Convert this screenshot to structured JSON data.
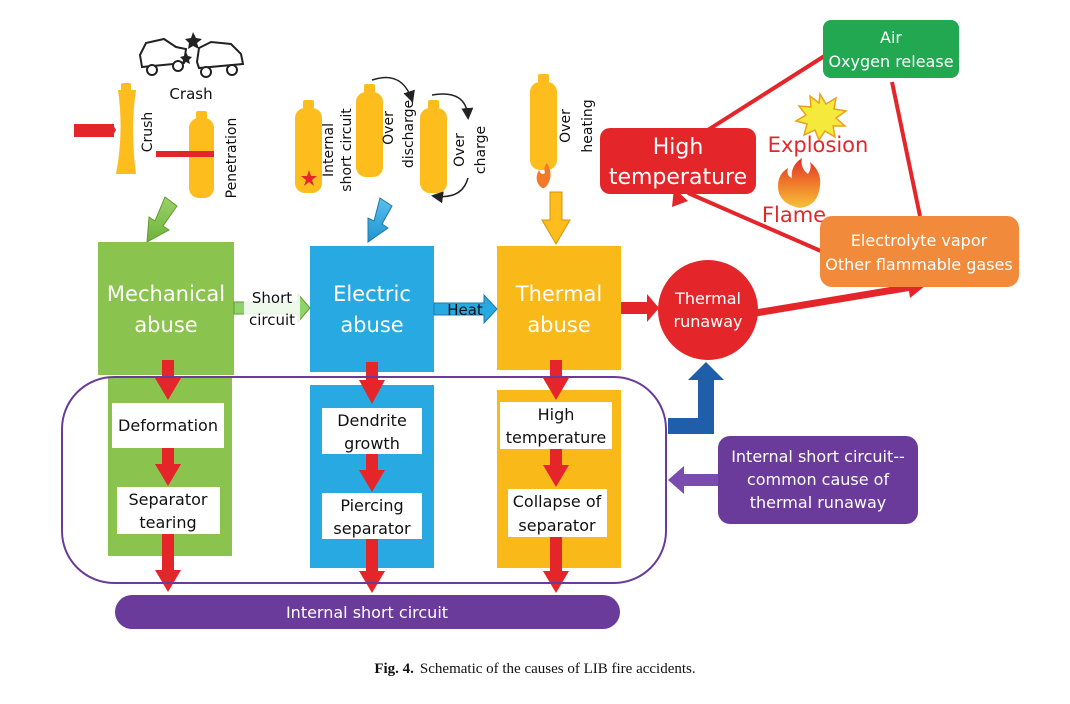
{
  "colors": {
    "green": "#8ac44f",
    "blue": "#29a9e1",
    "orange": "#f9b918",
    "red": "#e4262b",
    "purple": "#6a3b9a",
    "dark_blue": "#1f5ea8",
    "light_orange": "#f28a3c",
    "air_green": "#21a851",
    "battery": "#fdbd1c"
  },
  "top_icons": {
    "crash": "Crash",
    "crush": "Crush",
    "penetration": "Penetration",
    "internal_short_circuit": [
      "Internal",
      "short circuit"
    ],
    "over_discharge": [
      "Over",
      "discharge"
    ],
    "over_charge": [
      "Over",
      "charge"
    ],
    "over_heating": [
      "Over",
      "heating"
    ]
  },
  "abuse_boxes": {
    "mechanical": [
      "Mechanical",
      "abuse"
    ],
    "electric": [
      "Electric",
      "abuse"
    ],
    "thermal": [
      "Thermal",
      "abuse"
    ]
  },
  "transitions": {
    "short_circuit": [
      "Short",
      "circuit"
    ],
    "heat": "Heat"
  },
  "process_steps": {
    "mechanical": {
      "step1": [
        "Deformation"
      ],
      "step2": [
        "Separator",
        "tearing"
      ]
    },
    "electric": {
      "step1": [
        "Dendrite",
        "growth"
      ],
      "step2": [
        "Piercing",
        "separator"
      ]
    },
    "thermal": {
      "step1": [
        "High",
        "temperature"
      ],
      "step2": [
        "Collapse of",
        "separator"
      ]
    }
  },
  "internal_short_bar": "Internal short circuit",
  "common_cause": [
    "Internal short circuit--",
    "common cause of",
    "thermal runaway"
  ],
  "thermal_runaway": [
    "Thermal",
    "runaway"
  ],
  "high_temperature": [
    "High",
    "temperature"
  ],
  "air": [
    "Air",
    "Oxygen release"
  ],
  "explosion": "Explosion",
  "flame": "Flame",
  "electrolyte": [
    "Electrolyte vapor",
    "Other flammable gases"
  ],
  "caption": {
    "label": "Fig. 4.",
    "text": "Schematic of the causes of LIB fire accidents."
  }
}
